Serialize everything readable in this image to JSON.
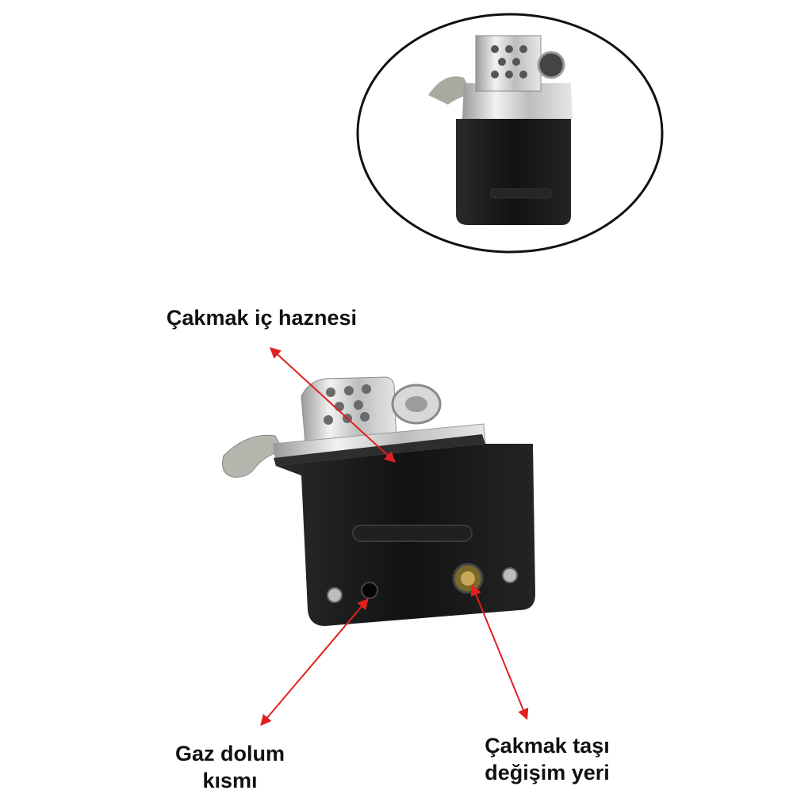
{
  "labels": {
    "inner_tank": "Çakmak iç haznesi",
    "gas_refill_line1": "Gaz dolum",
    "gas_refill_line2": "kısmı",
    "flint_change_line1": "Çakmak taşı",
    "flint_change_line2": "değişim yeri"
  },
  "colors": {
    "arrow": "#e02020",
    "body": "#141414",
    "chrome": "#c8c8c8",
    "circle_border": "#111111"
  }
}
